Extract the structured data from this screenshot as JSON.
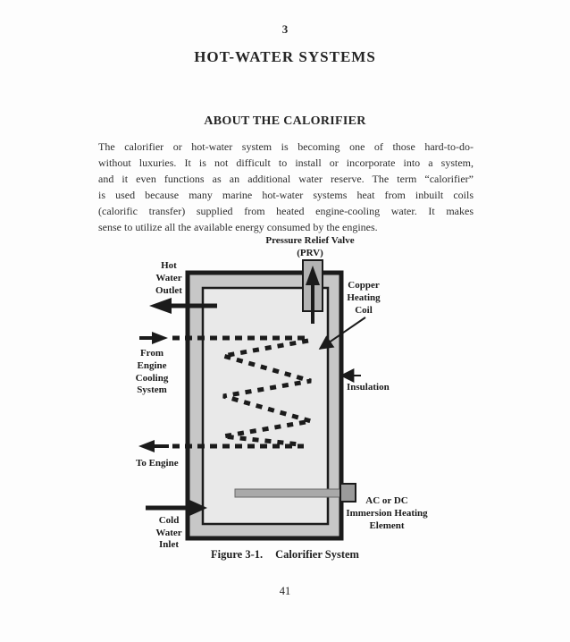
{
  "page": {
    "chapter_number": "3",
    "chapter_title": "HOT-WATER SYSTEMS",
    "section_heading": "ABOUT THE CALORIFIER",
    "paragraph_lines": [
      "The calorifier or hot-water system is becoming one of those hard-to-do-",
      "without luxuries. It is not difficult to install or incorporate into a system,",
      "and it even functions as an additional water reserve. The term “calorifier”",
      "is used because many marine hot-water systems heat from inbuilt coils",
      "(calorific transfer) supplied from heated engine-cooling water. It makes",
      "sense to utilize all the available energy consumed by the engines."
    ],
    "page_number": "41"
  },
  "figure": {
    "caption_label": "Figure 3-1.",
    "caption_title": "Calorifier System",
    "labels": {
      "prv_line1": "Pressure Relief Valve",
      "prv_line2": "(PRV)",
      "hot1": "Hot",
      "hot2": "Water",
      "hot3": "Outlet",
      "coil1": "Copper",
      "coil2": "Heating",
      "coil3": "Coil",
      "from1": "From",
      "from2": "Engine",
      "from3": "Cooling",
      "from4": "System",
      "insulation": "Insulation",
      "to_engine": "To Engine",
      "cold1": "Cold",
      "cold2": "Water",
      "cold3": "Inlet",
      "imm1": "AC or DC",
      "imm2": "Immersion Heating",
      "imm3": "Element"
    },
    "colors": {
      "outline": "#1b1b1b",
      "insulation_band": "#c7c7c7",
      "tank_interior": "#e9e9e9",
      "prv_body": "#b3b3b3",
      "element_bar": "#a9a9a9",
      "element_cap": "#9a9a9a"
    }
  }
}
